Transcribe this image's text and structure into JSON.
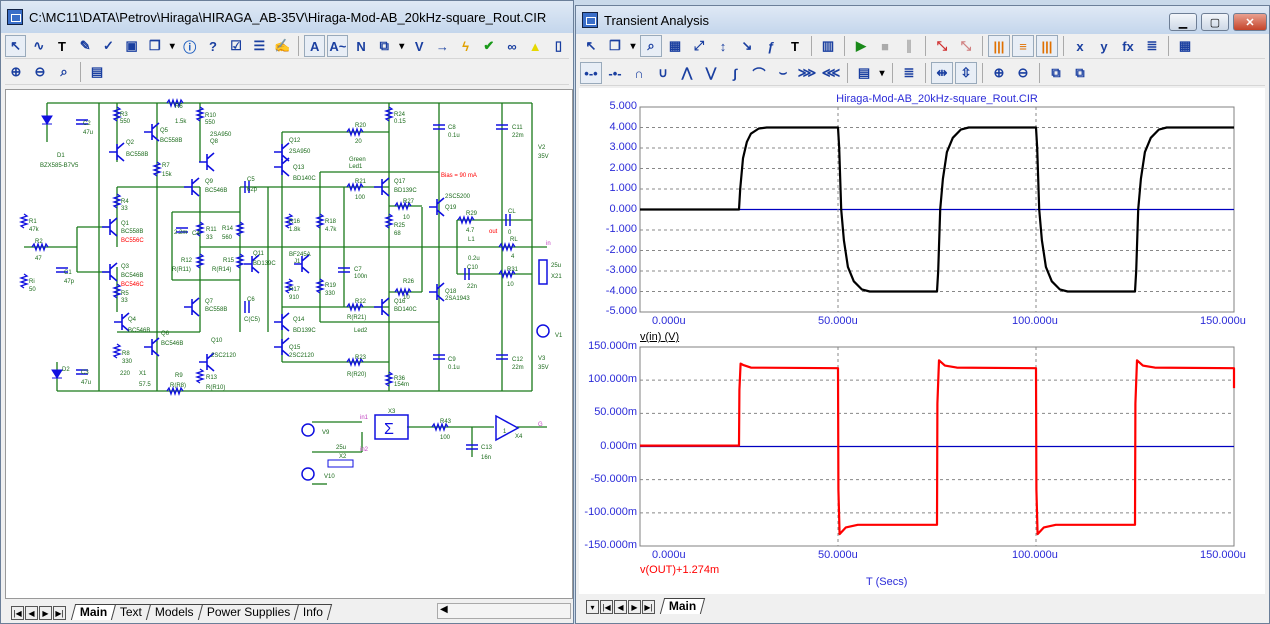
{
  "schematic_window": {
    "title": "C:\\MC11\\DATA\\Petrov\\Hiraga\\HIRAGA_AB-35V\\Hiraga-Mod-AB_20kHz-square_Rout.CIR",
    "toolbar1": [
      "select-arrow-icon",
      "wire-icon",
      "text-icon",
      "wire-draw-icon",
      "diagonal-wire-icon",
      "bus-icon",
      "component-icon",
      "dropdown-arrow-icon",
      "info-icon",
      "help-icon",
      "check-icon",
      "grid-icon",
      "edit-icon",
      "attribute-text-icon",
      "attribute-wave-icon",
      "node-numbers-icon",
      "pin-connections-icon",
      "dropdown-arrow-icon",
      "node-voltages-icon",
      "current-icon",
      "power-icon",
      "condition-icon",
      "pin-markers-icon",
      "warning-icon",
      "page-icon"
    ],
    "toolbar2": [
      "zoom-in-icon",
      "zoom-out-icon",
      "zoom-100-icon",
      "clipboard-icon"
    ],
    "tabs": [
      "Main",
      "Text",
      "Models",
      "Power Supplies",
      "Info"
    ],
    "active_tab": "Main"
  },
  "schematic": {
    "labels": [
      "R3",
      "550",
      "Q5",
      "BC558B",
      "R6",
      "1.5k",
      "R10",
      "550",
      "2SA950",
      "Q8",
      "Q2",
      "BC558B",
      "D1",
      "BZX585-B7V5",
      "C2",
      "47u",
      "R7",
      "15k",
      "Q9",
      "BC546B",
      "C5",
      "62p",
      "R4",
      "33",
      "R1",
      "47k",
      "Q1",
      "BC558B",
      "2.2m",
      "C4",
      "R11",
      "33",
      "R14",
      "560",
      "R2",
      "47",
      "Q11",
      "BD139C",
      "R12",
      "R(R11)",
      "R15",
      "R(R14)",
      "Q3",
      "BC546B",
      "C1",
      "47p",
      "Ri",
      "50",
      "R5",
      "33",
      "Q7",
      "BC558B",
      "C6",
      "C(C5)",
      "Q4",
      "BC546B",
      "Q6",
      "BC546B",
      "Q10",
      "2SC2120",
      "R8",
      "330",
      "D2",
      "C3",
      "47u",
      "220",
      "X1",
      "57.5",
      "R9",
      "R(R8)",
      "R13",
      "R(R10)",
      "R24",
      "0.15",
      "C8",
      "0.1u",
      "C11",
      "22m",
      "R20",
      "20",
      "Q12",
      "2SA950",
      "V2",
      "35V",
      "Green",
      "Led1",
      "Q13",
      "BD140C",
      "R21",
      "100",
      "Q17",
      "BD139C",
      "2SC5200",
      "R27",
      "10",
      "Q19",
      "R29",
      "4.7",
      "CL",
      "0",
      "R16",
      "1.8k",
      "R18",
      "4.7k",
      "R25",
      "68",
      "L1",
      "RL",
      "0.2u",
      "4",
      "BF245A",
      "J1",
      "C7",
      "100n",
      "C10",
      "22n",
      "R31",
      "10",
      "25u",
      "X21",
      "R17",
      "910",
      "R19",
      "330",
      "R26",
      "10",
      "Q18",
      "2SA1943",
      "R22",
      "R(R21)",
      "Q16",
      "BD140C",
      "Q14",
      "BD139C",
      "Led2",
      "V1",
      "Q15",
      "2SC2120",
      "R23",
      "R(R20)",
      "C9",
      "0.1u",
      "C12",
      "22m",
      "V3",
      "35V",
      "R36",
      "154m",
      "X3",
      "V9",
      "R43",
      "100",
      "25u",
      "X2",
      "C13",
      "16n",
      "1",
      "X4",
      "V10"
    ],
    "red_labels": [
      "BC556C",
      "BC546C",
      "Bias = 90 mA",
      "out"
    ],
    "node_labels": [
      "in",
      "in1",
      "in2",
      "G"
    ]
  },
  "analysis_window": {
    "title": "Transient Analysis",
    "window_buttons": [
      "minimize-icon",
      "restore-icon",
      "close-icon"
    ],
    "toolbar1": [
      "select-arrow-icon",
      "component-icon",
      "dropdown-arrow-icon",
      "scale-icon",
      "data-points-icon",
      "tracker-icon",
      "cursor-icon",
      "slope-icon",
      "formula-icon",
      "text-icon",
      "properties-icon",
      "run-icon",
      "stop-icon",
      "pause-icon",
      "stepping-icon",
      "stepping-off-icon",
      "plot-vertical-icon",
      "plot-horizontal-icon",
      "plot-grid-icon",
      "x-axis-icon",
      "y-axis-icon",
      "fx-icon",
      "list-icon",
      "table-icon"
    ],
    "toolbar2": [
      "next-point-icon",
      "next-point-alt-icon",
      "peak-icon",
      "valley-icon",
      "high-icon",
      "low-icon",
      "inflection-icon",
      "global-high-icon",
      "global-low-icon",
      "top-icon",
      "bottom-icon",
      "clipboard-icon",
      "dropdown-arrow-icon",
      "numeric-output-icon",
      "same-x-icon",
      "same-y-icon",
      "zoom-in-icon",
      "zoom-out-icon",
      "copy-icon",
      "paste-icon"
    ],
    "tabs": [
      "Main"
    ],
    "active_tab": "Main"
  },
  "chart_data": [
    {
      "type": "line",
      "title": "Hiraga-Mod-AB_20kHz-square_Rout.CIR",
      "xlabel": "",
      "ylabel": "",
      "xlim": [
        0,
        150
      ],
      "ylim": [
        -5,
        5
      ],
      "x_ticks": [
        "0.000u",
        "50.000u",
        "100.000u",
        "150.000u"
      ],
      "y_ticks": [
        "5.000",
        "4.000",
        "3.000",
        "2.000",
        "1.000",
        "0.000",
        "-1.000",
        "-2.000",
        "-3.000",
        "-4.000",
        "-5.000"
      ],
      "grid": true,
      "series": [
        {
          "name": "v(in) (V)",
          "color": "#000000",
          "points": [
            [
              0,
              0
            ],
            [
              25,
              0
            ],
            [
              25.3,
              1
            ],
            [
              26,
              2.5
            ],
            [
              27,
              3.3
            ],
            [
              28,
              3.7
            ],
            [
              30,
              3.95
            ],
            [
              32,
              4
            ],
            [
              50,
              4
            ],
            [
              50.3,
              3
            ],
            [
              50.8,
              0
            ],
            [
              51.5,
              -1.5
            ],
            [
              52.5,
              -2.8
            ],
            [
              54,
              -3.5
            ],
            [
              56,
              -3.9
            ],
            [
              58,
              -4
            ],
            [
              75,
              -4
            ],
            [
              75.3,
              -3
            ],
            [
              75.8,
              0
            ],
            [
              76.5,
              1.5
            ],
            [
              77.5,
              2.8
            ],
            [
              79,
              3.5
            ],
            [
              81,
              3.9
            ],
            [
              83,
              4
            ],
            [
              100,
              4
            ],
            [
              100.3,
              3
            ],
            [
              100.8,
              0
            ],
            [
              101.5,
              -1.5
            ],
            [
              102.5,
              -2.8
            ],
            [
              104,
              -3.5
            ],
            [
              106,
              -3.9
            ],
            [
              108,
              -4
            ],
            [
              125,
              -4
            ],
            [
              125.3,
              -3
            ],
            [
              125.8,
              0
            ],
            [
              126.5,
              1.5
            ],
            [
              127.5,
              2.8
            ],
            [
              129,
              3.5
            ],
            [
              131,
              3.9
            ],
            [
              133,
              4
            ],
            [
              150,
              4
            ]
          ]
        }
      ]
    },
    {
      "type": "line",
      "xlabel": "T (Secs)",
      "ylabel": "",
      "xlim": [
        0,
        150
      ],
      "ylim": [
        -150,
        150
      ],
      "x_ticks": [
        "0.000u",
        "50.000u",
        "100.000u",
        "150.000u"
      ],
      "y_ticks": [
        "150.000m",
        "100.000m",
        "50.000m",
        "0.000m",
        "-50.000m",
        "-100.000m",
        "-150.000m"
      ],
      "grid": true,
      "series": [
        {
          "name": "v(OUT)+1.274m",
          "color": "#ff0000",
          "points": [
            [
              0,
              1.3
            ],
            [
              25,
              1.3
            ],
            [
              25.1,
              85
            ],
            [
              25.4,
              125
            ],
            [
              26,
              123
            ],
            [
              28,
              119
            ],
            [
              50,
              118
            ],
            [
              50.1,
              -65
            ],
            [
              50.4,
              -132
            ],
            [
              52,
              -122
            ],
            [
              55,
              -118
            ],
            [
              75,
              -118
            ],
            [
              75.1,
              65
            ],
            [
              75.5,
              130
            ],
            [
              77,
              122
            ],
            [
              80,
              119
            ],
            [
              100,
              118
            ],
            [
              100.1,
              -65
            ],
            [
              100.4,
              -132
            ],
            [
              102,
              -122
            ],
            [
              105,
              -118
            ],
            [
              125,
              -118
            ],
            [
              125.1,
              65
            ],
            [
              125.5,
              130
            ],
            [
              127,
              122
            ],
            [
              130,
              119
            ],
            [
              150,
              118
            ],
            [
              150,
              88
            ]
          ]
        }
      ]
    }
  ]
}
